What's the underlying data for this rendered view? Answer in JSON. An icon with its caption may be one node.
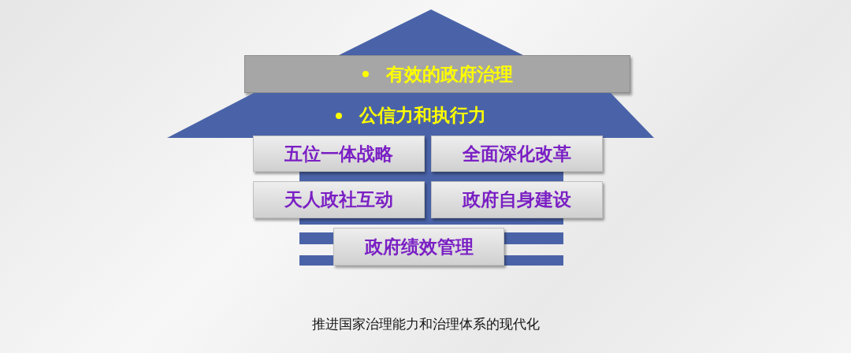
{
  "diagram": {
    "caption": "推进国家治理能力和治理体系的现代化",
    "nodes": [
      {
        "text": [
          "有效的政府治理"
        ]
      },
      {
        "text": [
          "公信力和执行力"
        ]
      },
      {
        "text": [
          "五位一体战略"
        ]
      },
      {
        "text": [
          "全面深化改革"
        ]
      },
      {
        "text": [
          "天人政社互动"
        ]
      },
      {
        "text": [
          "政府自身建设"
        ]
      },
      {
        "text": [
          "政府绩效管理"
        ]
      }
    ]
  }
}
